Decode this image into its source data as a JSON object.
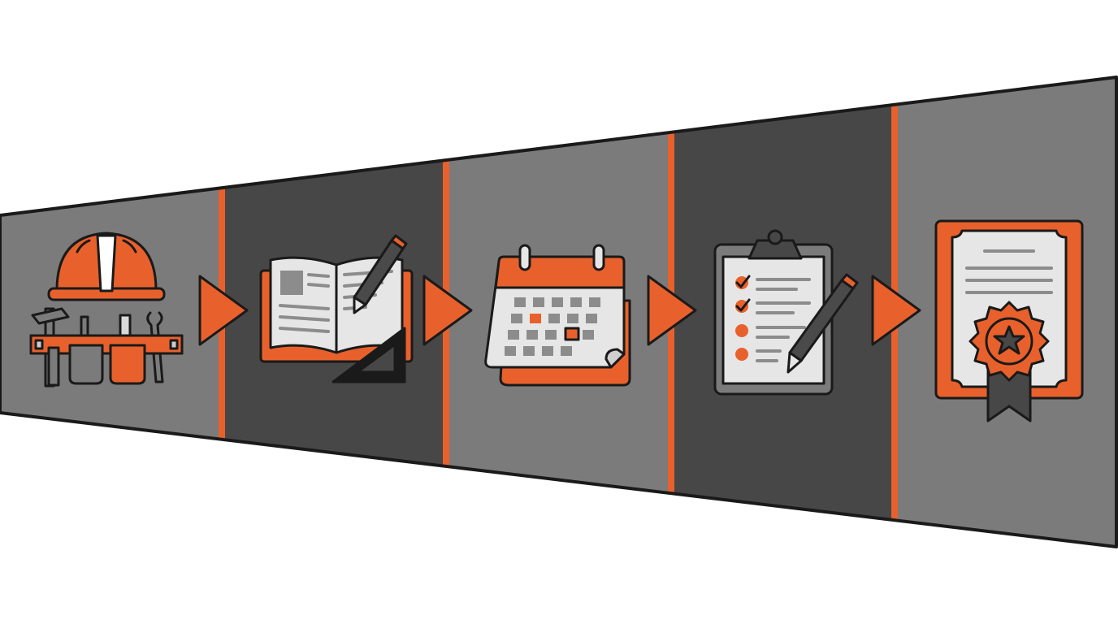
{
  "diagram": {
    "type": "process-flow",
    "steps": [
      {
        "icon": "hard-hat-and-tool-belt-icon",
        "shade": "light"
      },
      {
        "icon": "open-book-with-pencil-and-set-square-icon",
        "shade": "dark"
      },
      {
        "icon": "calendar-icon",
        "shade": "light"
      },
      {
        "icon": "checklist-clipboard-with-pencil-icon",
        "shade": "dark"
      },
      {
        "icon": "certificate-with-award-ribbon-icon",
        "shade": "light"
      }
    ],
    "connector_icon": "arrow-right-icon"
  },
  "colors": {
    "accent": "#e8612c",
    "panel_light": "#7b7b7b",
    "panel_dark": "#474747",
    "outline": "#1a1a1a",
    "paper": "#e6e6e6",
    "ink": "#8c8c8c"
  }
}
